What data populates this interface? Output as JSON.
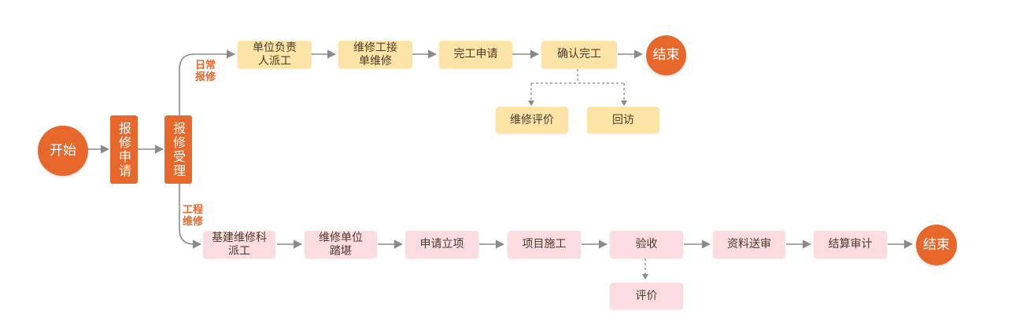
{
  "colors": {
    "accent": "#e8682c",
    "daily_node": "#fce3a6",
    "project_node": "#fbdde1",
    "connector": "#8a8a8a"
  },
  "start": "开始",
  "shared_steps": [
    "报修申请",
    "报修受理"
  ],
  "daily_repair": {
    "branch_label": "日常报修",
    "steps": [
      "单位负责人派工",
      "维修工接单维修",
      "完工申请",
      "确认完工"
    ],
    "end": "结束",
    "followups": [
      "维修评价",
      "回访"
    ]
  },
  "project_repair": {
    "branch_label": "工程维修",
    "steps": [
      "基建维修科派工",
      "维修单位踏堪",
      "申请立项",
      "项目施工",
      "验收",
      "资料送审",
      "结算审计"
    ],
    "end": "结束",
    "followups": [
      "评价"
    ]
  }
}
